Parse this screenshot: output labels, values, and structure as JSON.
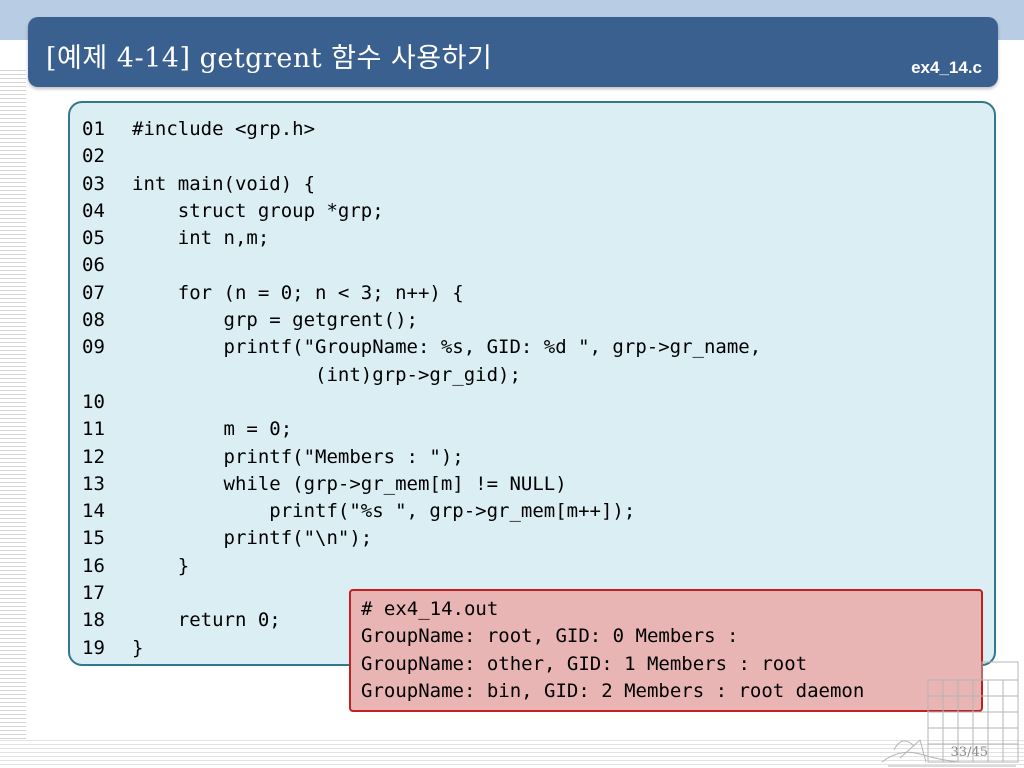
{
  "slide": {
    "title": "[예제 4-14] getgrent 함수 사용하기",
    "file_name": "ex4_14.c",
    "page_number": "33/45"
  },
  "code": {
    "lines": [
      {
        "num": "01",
        "text": "#include <grp.h>"
      },
      {
        "num": "02",
        "text": ""
      },
      {
        "num": "03",
        "text": "int main(void) {"
      },
      {
        "num": "04",
        "text": "    struct group *grp;"
      },
      {
        "num": "05",
        "text": "    int n,m;"
      },
      {
        "num": "06",
        "text": ""
      },
      {
        "num": "07",
        "text": "    for (n = 0; n < 3; n++) {"
      },
      {
        "num": "08",
        "text": "        grp = getgrent();"
      },
      {
        "num": "09",
        "text": "        printf(\"GroupName: %s, GID: %d \", grp->gr_name,"
      },
      {
        "num": "",
        "text": "                (int)grp->gr_gid);"
      },
      {
        "num": "10",
        "text": ""
      },
      {
        "num": "11",
        "text": "        m = 0;"
      },
      {
        "num": "12",
        "text": "        printf(\"Members : \");"
      },
      {
        "num": "13",
        "text": "        while (grp->gr_mem[m] != NULL)"
      },
      {
        "num": "14",
        "text": "            printf(\"%s \", grp->gr_mem[m++]);"
      },
      {
        "num": "15",
        "text": "        printf(\"\\n\");"
      },
      {
        "num": "16",
        "text": "    }"
      },
      {
        "num": "17",
        "text": ""
      },
      {
        "num": "18",
        "text": "    return 0;"
      },
      {
        "num": "19",
        "text": "}"
      }
    ]
  },
  "output": {
    "lines": [
      "# ex4_14.out",
      "GroupName: root, GID: 0 Members :",
      "GroupName: other, GID: 1 Members : root",
      "GroupName: bin, GID: 2 Members : root daemon"
    ]
  },
  "colors": {
    "title_bar": "#3a6090",
    "code_background": "#dbeef4",
    "code_border": "#33778a",
    "output_background": "#e8b4b4",
    "output_border": "#c0201f"
  }
}
